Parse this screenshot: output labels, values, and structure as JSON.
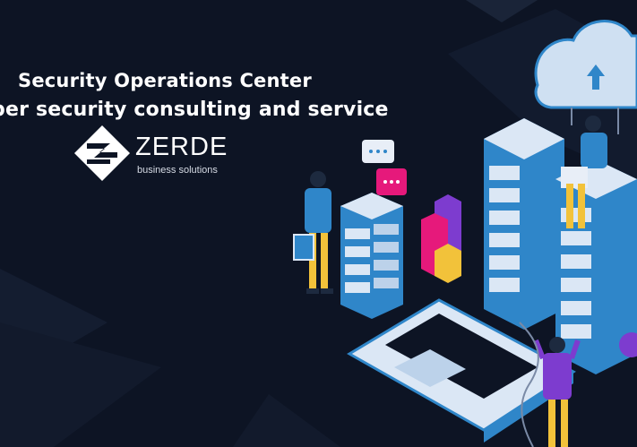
{
  "headline": {
    "line1": "Security Operations Center",
    "line2": "ber security consulting and service"
  },
  "logo": {
    "brand": "ZERDE",
    "tagline": "business solutions"
  },
  "icons": [
    "zerde-logo-icon",
    "cloud-upload-icon",
    "chat-bubble-icon",
    "server-rack-icon",
    "laptop-icon",
    "bar-chart-icon",
    "person-icon"
  ],
  "colors": {
    "background": "#0d1424",
    "text": "#ffffff",
    "accent_blue": "#2f86c9",
    "server_light": "#dbe7f5",
    "magenta": "#e6197b",
    "yellow": "#f2c23a",
    "purple": "#7d3ccf"
  }
}
